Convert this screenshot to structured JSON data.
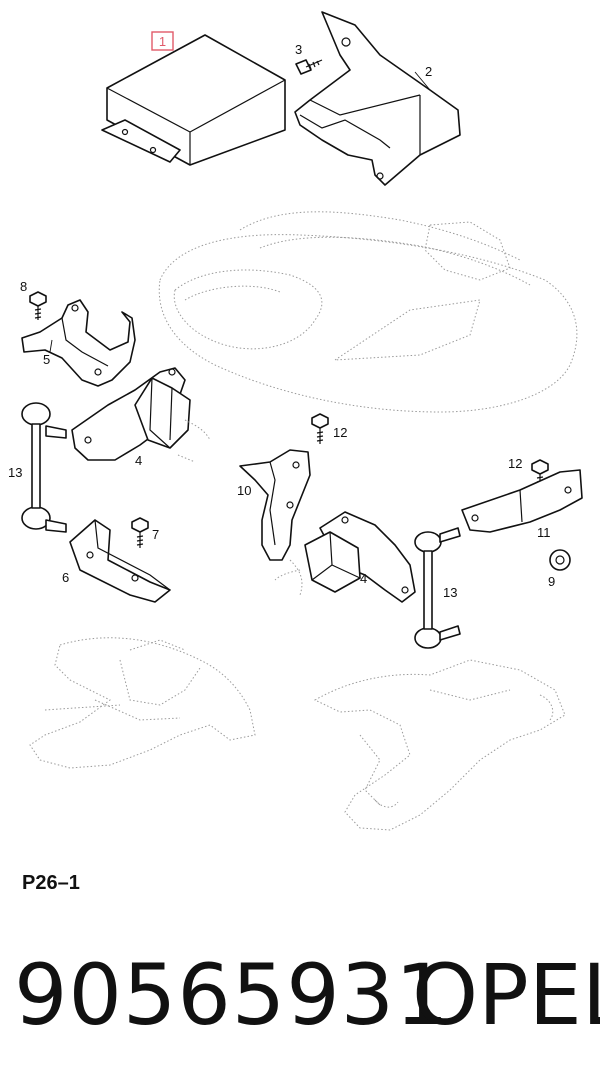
{
  "diagram": {
    "highlight_color": "#e05a6a",
    "callouts": [
      {
        "id": "c1",
        "label": "1",
        "highlighted": true
      },
      {
        "id": "c2",
        "label": "2"
      },
      {
        "id": "c3",
        "label": "3"
      },
      {
        "id": "c4a",
        "label": "4"
      },
      {
        "id": "c4b",
        "label": "4"
      },
      {
        "id": "c5",
        "label": "5"
      },
      {
        "id": "c6",
        "label": "6"
      },
      {
        "id": "c7",
        "label": "7"
      },
      {
        "id": "c8",
        "label": "8"
      },
      {
        "id": "c9",
        "label": "9"
      },
      {
        "id": "c10",
        "label": "10"
      },
      {
        "id": "c11",
        "label": "11"
      },
      {
        "id": "c12a",
        "label": "12"
      },
      {
        "id": "c12b",
        "label": "12"
      },
      {
        "id": "c13a",
        "label": "13"
      },
      {
        "id": "c13b",
        "label": "13"
      }
    ]
  },
  "footer": {
    "diagram_code": "P26–1",
    "part_number": "90565931",
    "brand": "OPEL"
  }
}
